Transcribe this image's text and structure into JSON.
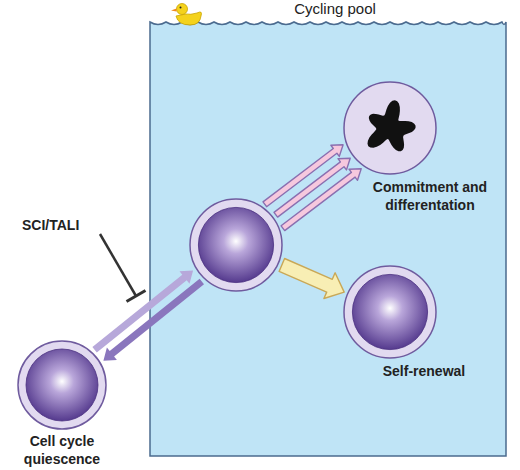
{
  "diagram": {
    "nodes": [
      {
        "text": [
          "Cycling pool"
        ]
      },
      {
        "text": [
          "Cell cycle quiescence"
        ]
      },
      {
        "text": [],
        "in": 0
      },
      {
        "text": [
          "Commitment and differentation"
        ],
        "in": 0
      },
      {
        "text": [
          "Self-renewal"
        ],
        "in": 0
      }
    ],
    "edges": [
      {
        "from": 1,
        "to": 2,
        "arrow": "to"
      },
      {
        "from": 2,
        "to": 1,
        "arrow": "to"
      },
      {
        "from": 2,
        "to": 3,
        "arrow": "to"
      },
      {
        "from": 2,
        "to": 3,
        "arrow": "to"
      },
      {
        "from": 2,
        "to": 3,
        "arrow": "to"
      },
      {
        "from": 2,
        "to": 4,
        "arrow": "to"
      }
    ],
    "labels": [
      "SCI/TALI"
    ]
  }
}
